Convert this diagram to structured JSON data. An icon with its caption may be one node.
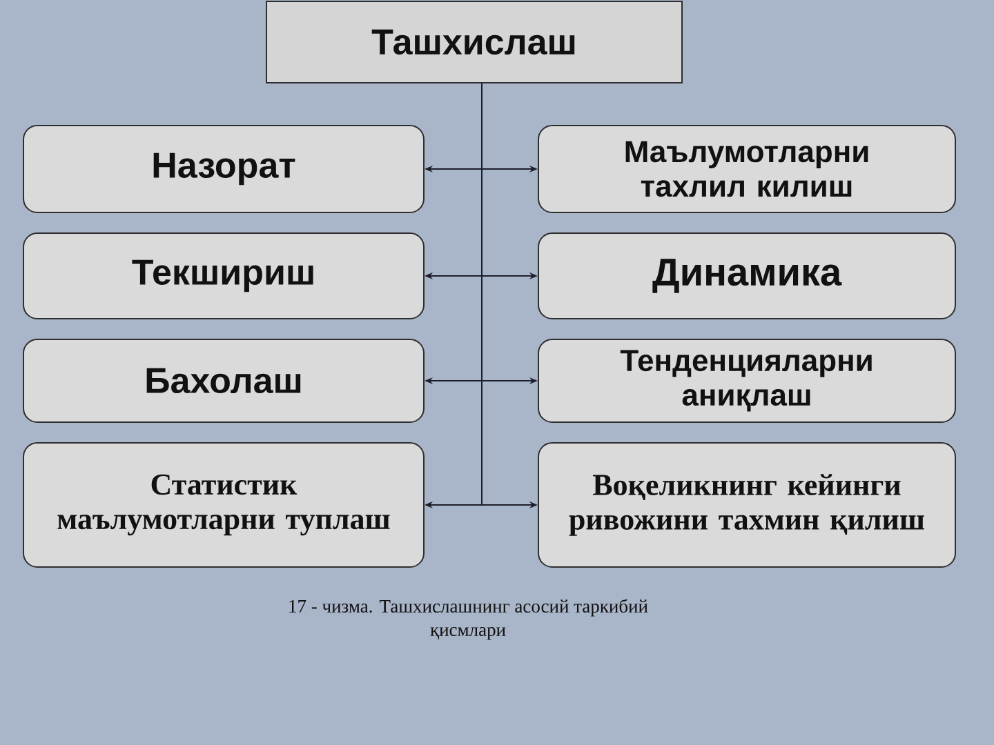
{
  "diagram": {
    "caption": "17 - чизма. Ташхислашнинг асосий таркибий қисмлари",
    "nodes": [
      {
        "text": [
          "Ташхислаш"
        ]
      },
      {
        "text": [
          "Назорат"
        ]
      },
      {
        "text": [
          "Маълумотларни тахлил килиш"
        ]
      },
      {
        "text": [
          "Текшириш"
        ]
      },
      {
        "text": [
          "Динамика"
        ]
      },
      {
        "text": [
          "Бахолаш"
        ]
      },
      {
        "text": [
          "Тенденцияларни аниқлаш"
        ]
      },
      {
        "text": [
          "Статистик маълумотларни туплаш"
        ]
      },
      {
        "text": [
          "Воқеликнинг кейинги ривожини тахмин қилиш"
        ]
      }
    ],
    "edges": [
      {
        "from": 0,
        "to": 1,
        "arrow": "to"
      },
      {
        "from": 0,
        "to": 2,
        "arrow": "to"
      },
      {
        "from": 0,
        "to": 3,
        "arrow": "to"
      },
      {
        "from": 0,
        "to": 4,
        "arrow": "to"
      },
      {
        "from": 0,
        "to": 5,
        "arrow": "to"
      },
      {
        "from": 0,
        "to": 6,
        "arrow": "to"
      },
      {
        "from": 0,
        "to": 7,
        "arrow": "to"
      },
      {
        "from": 0,
        "to": 8,
        "arrow": "to"
      }
    ]
  }
}
